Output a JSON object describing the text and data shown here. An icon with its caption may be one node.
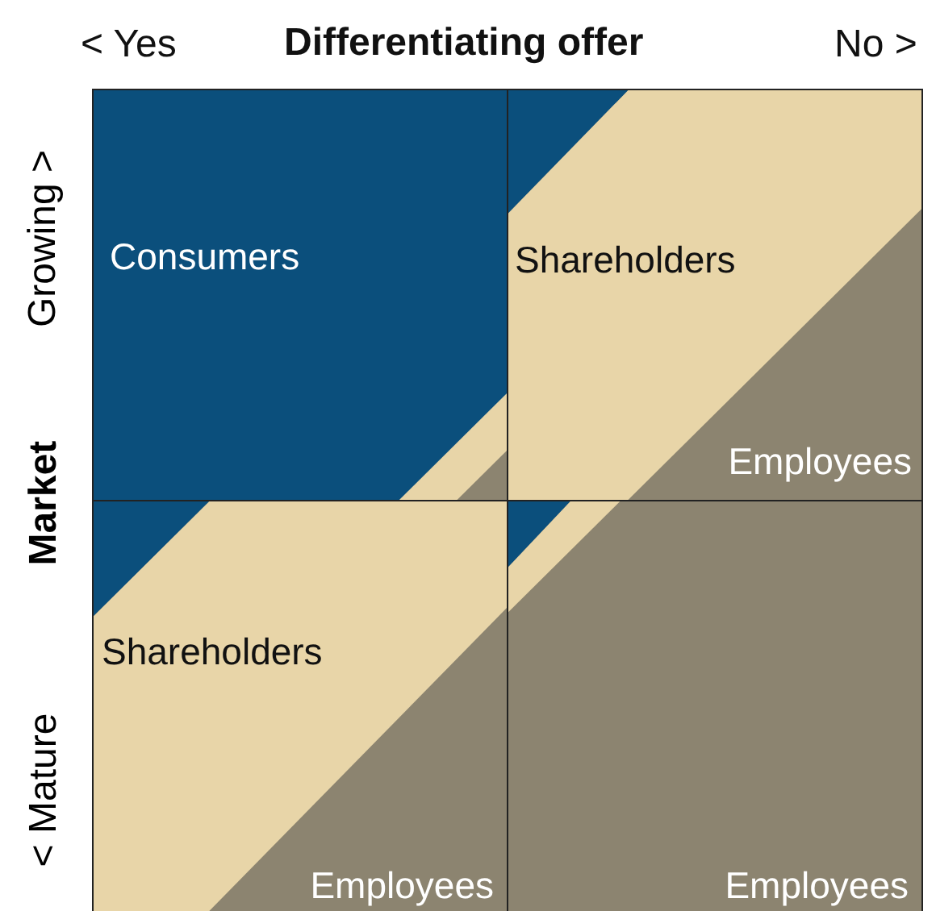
{
  "diagram": {
    "nodes": [
      {
        "text": [
          "Consumers"
        ]
      },
      {
        "text": [
          "Shareholders",
          "Employees"
        ]
      },
      {
        "text": [
          "Shareholders",
          "Employees"
        ]
      },
      {
        "text": [
          "Employees"
        ]
      }
    ],
    "labels": [
      "< Yes",
      "Differentiating offer",
      "No >",
      "Growing >",
      "Market",
      "< Mature"
    ]
  }
}
